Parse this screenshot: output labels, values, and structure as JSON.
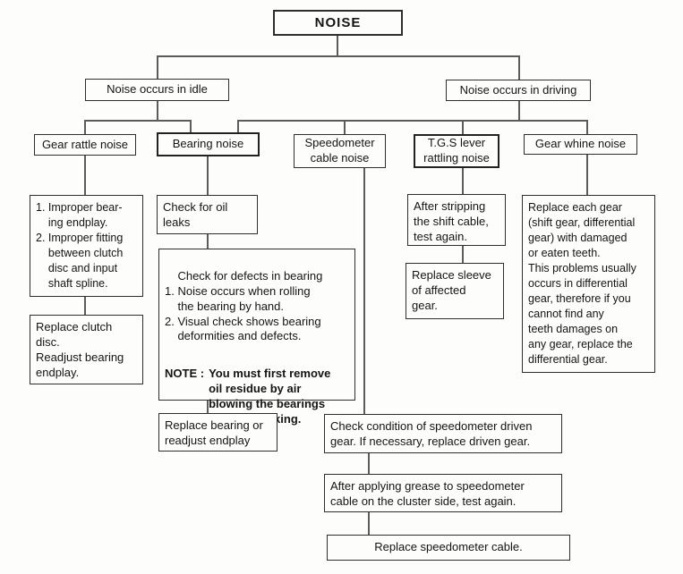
{
  "flowchart": {
    "root": {
      "label": "NOISE"
    },
    "branches": {
      "idle": {
        "label": "Noise occurs in idle"
      },
      "driving": {
        "label": "Noise occurs in driving"
      }
    },
    "categories": {
      "gear_rattle": {
        "label": "Gear rattle noise"
      },
      "bearing": {
        "label": "Bearing noise"
      },
      "speedometer": {
        "label": "Speedometer\ncable noise"
      },
      "tgs": {
        "label": "T.G.S lever\nrattling noise"
      },
      "gear_whine": {
        "label": "Gear whine noise"
      }
    },
    "steps": {
      "gear_rattle_causes": "1. Improper bear-\n    ing endplay.\n2. Improper fitting\n    between clutch\n    disc and input\n    shaft spline.",
      "gear_rattle_fix": "Replace clutch\ndisc.\nReadjust bearing\nendplay.",
      "bearing_check_oil": "Check for oil\nleaks",
      "bearing_check_defects": "Check for defects in bearing\n1. Noise occurs when rolling\n    the bearing by hand.\n2. Visual check shows bearing\n    deformities and defects.",
      "bearing_note_label": "NOTE :",
      "bearing_note_text": "You must first remove\noil residue by air\nblowing the bearings\nbefore checking.",
      "bearing_fix": "Replace bearing or\nreadjust endplay",
      "speedometer_step1": "Check condition of speedometer driven\ngear. If necessary, replace driven gear.",
      "speedometer_step2": "After applying grease to speedometer\ncable on the cluster side, test again.",
      "speedometer_fix": "Replace speedometer cable.",
      "tgs_step1": "After stripping\nthe shift cable,\ntest again.",
      "tgs_fix": "Replace sleeve\nof affected\ngear.",
      "gear_whine_fix": "Replace each gear\n(shift gear, differential\ngear) with damaged\nor eaten teeth.\nThis problems usually\noccurs in differential\ngear, therefore if you\ncannot find any\nteeth damages on\nany gear, replace the\ndifferential gear."
    },
    "colors": {
      "border": "#2e2e2e",
      "connector": "#5c5c5c",
      "background": "#fdfdfc",
      "text": "#141414"
    }
  }
}
